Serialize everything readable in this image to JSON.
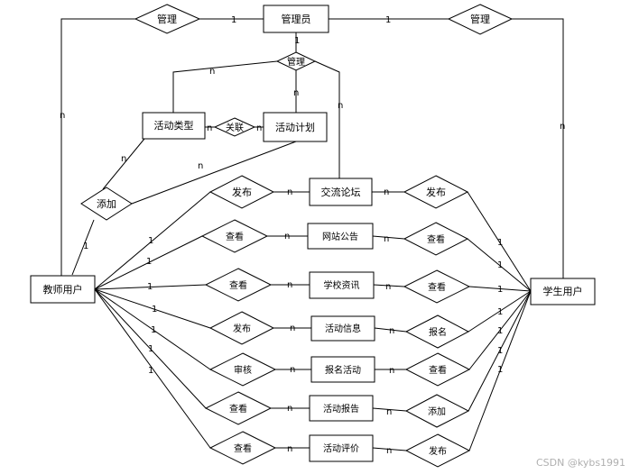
{
  "entities": {
    "admin": "管理员",
    "teacher": "教师用户",
    "student": "学生用户",
    "activity_type": "活动类型",
    "activity_plan": "活动计划",
    "forum": "交流论坛",
    "site_notice": "网站公告",
    "school_news": "学校资讯",
    "activity_info": "活动信息",
    "signup_activity": "报名活动",
    "activity_report": "活动报告",
    "activity_review": "活动评价"
  },
  "relationships": {
    "admin_teacher": "管理",
    "admin_student": "管理",
    "admin_manage": "管理",
    "type_plan": "关联",
    "teacher_add": "添加",
    "t_forum": "发布",
    "t_notice": "查看",
    "t_news": "查看",
    "t_info": "发布",
    "t_signup": "审核",
    "t_report": "查看",
    "t_review": "查看",
    "s_forum": "发布",
    "s_notice": "查看",
    "s_news": "查看",
    "s_info": "报名",
    "s_signup": "查看",
    "s_report": "添加",
    "s_review": "发布"
  },
  "cardinality": {
    "one": "1",
    "many": "n"
  },
  "watermark": "CSDN @kybs1991"
}
